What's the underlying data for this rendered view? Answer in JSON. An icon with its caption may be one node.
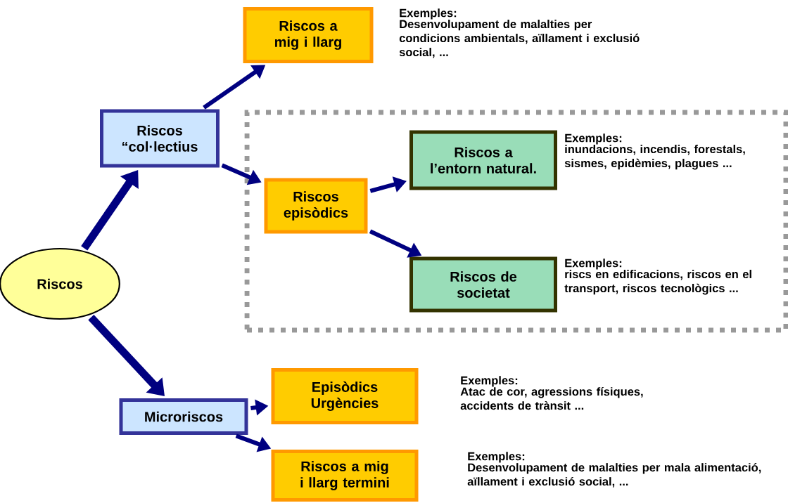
{
  "diagram": {
    "nodes": [
      {
        "text": [
          "Riscos"
        ]
      },
      {
        "text": [
          "Riscos “col·lectius"
        ]
      },
      {
        "text": [
          "Riscos a mig i llarg"
        ],
        "beside": [
          "Exemples:",
          "Desenvolupament de malalties per condicions ambientals, aïllament i exclusió social, ..."
        ]
      },
      {
        "text": [],
        "shape": "box"
      },
      {
        "text": [
          "Riscos episòdics"
        ],
        "in": 3
      },
      {
        "text": [
          "Riscos a l’entorn natural."
        ],
        "in": 3,
        "beside": [
          "Exemples:",
          "inundacions, incendis, forestals, sismes, epidèmies, plagues ..."
        ]
      },
      {
        "text": [
          "Riscos de societat"
        ],
        "in": 3,
        "beside": [
          "Exemples:",
          "riscs en edificacions, riscos en el transport, riscos tecnològics ..."
        ]
      },
      {
        "text": [
          "Microriscos"
        ]
      },
      {
        "text": [
          "Episòdics Urgències"
        ],
        "beside": [
          "Exemples:",
          "Atac de cor, agressions físiques, accidents de trànsit ..."
        ]
      },
      {
        "text": [
          "Riscos a mig i llarg termini"
        ],
        "beside": [
          "Exemples:",
          "Desenvolupament de malalties per mala alimentació, aïllament i exclusió social, ..."
        ]
      }
    ],
    "edges": [
      {
        "from": 0,
        "to": 1,
        "arrow": "to",
        "style": "thick"
      },
      {
        "from": 1,
        "to": 2,
        "arrow": "to"
      },
      {
        "from": 1,
        "to": 4,
        "arrow": "to"
      },
      {
        "from": 4,
        "to": 5,
        "arrow": "to"
      },
      {
        "from": 4,
        "to": 6,
        "arrow": "to"
      },
      {
        "from": 0,
        "to": 7,
        "arrow": "to",
        "style": "thick"
      },
      {
        "from": 7,
        "to": 8,
        "arrow": "to"
      },
      {
        "from": 7,
        "to": 9,
        "arrow": "to"
      }
    ]
  }
}
